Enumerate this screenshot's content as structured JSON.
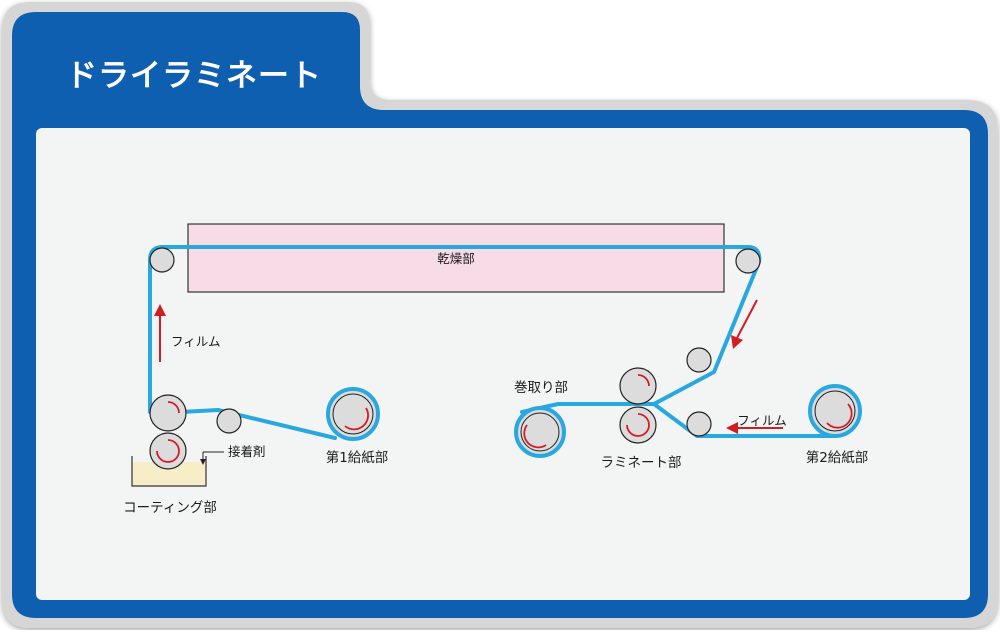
{
  "title": "ドライラミネート",
  "labels": {
    "drying": "乾燥部",
    "film_left": "フィルム",
    "film_right": "フィルム",
    "adhesive": "接着剤",
    "coating": "コーティング部",
    "feed1": "第1給紙部",
    "winding": "巻取り部",
    "laminate": "ラミネート部",
    "feed2": "第2給紙部"
  },
  "colors": {
    "frame": "#0f5fb0",
    "panel": "#f3f5f5",
    "film": "#29a8e0",
    "arrow": "#d41c24",
    "roller": "#dcdcdc",
    "drying_fill": "#f7dbe6",
    "tray_fill": "#f7edc6"
  },
  "icons": {
    "flow_arrow": "red-arrow-icon",
    "rotation": "rotation-arrow-icon"
  }
}
